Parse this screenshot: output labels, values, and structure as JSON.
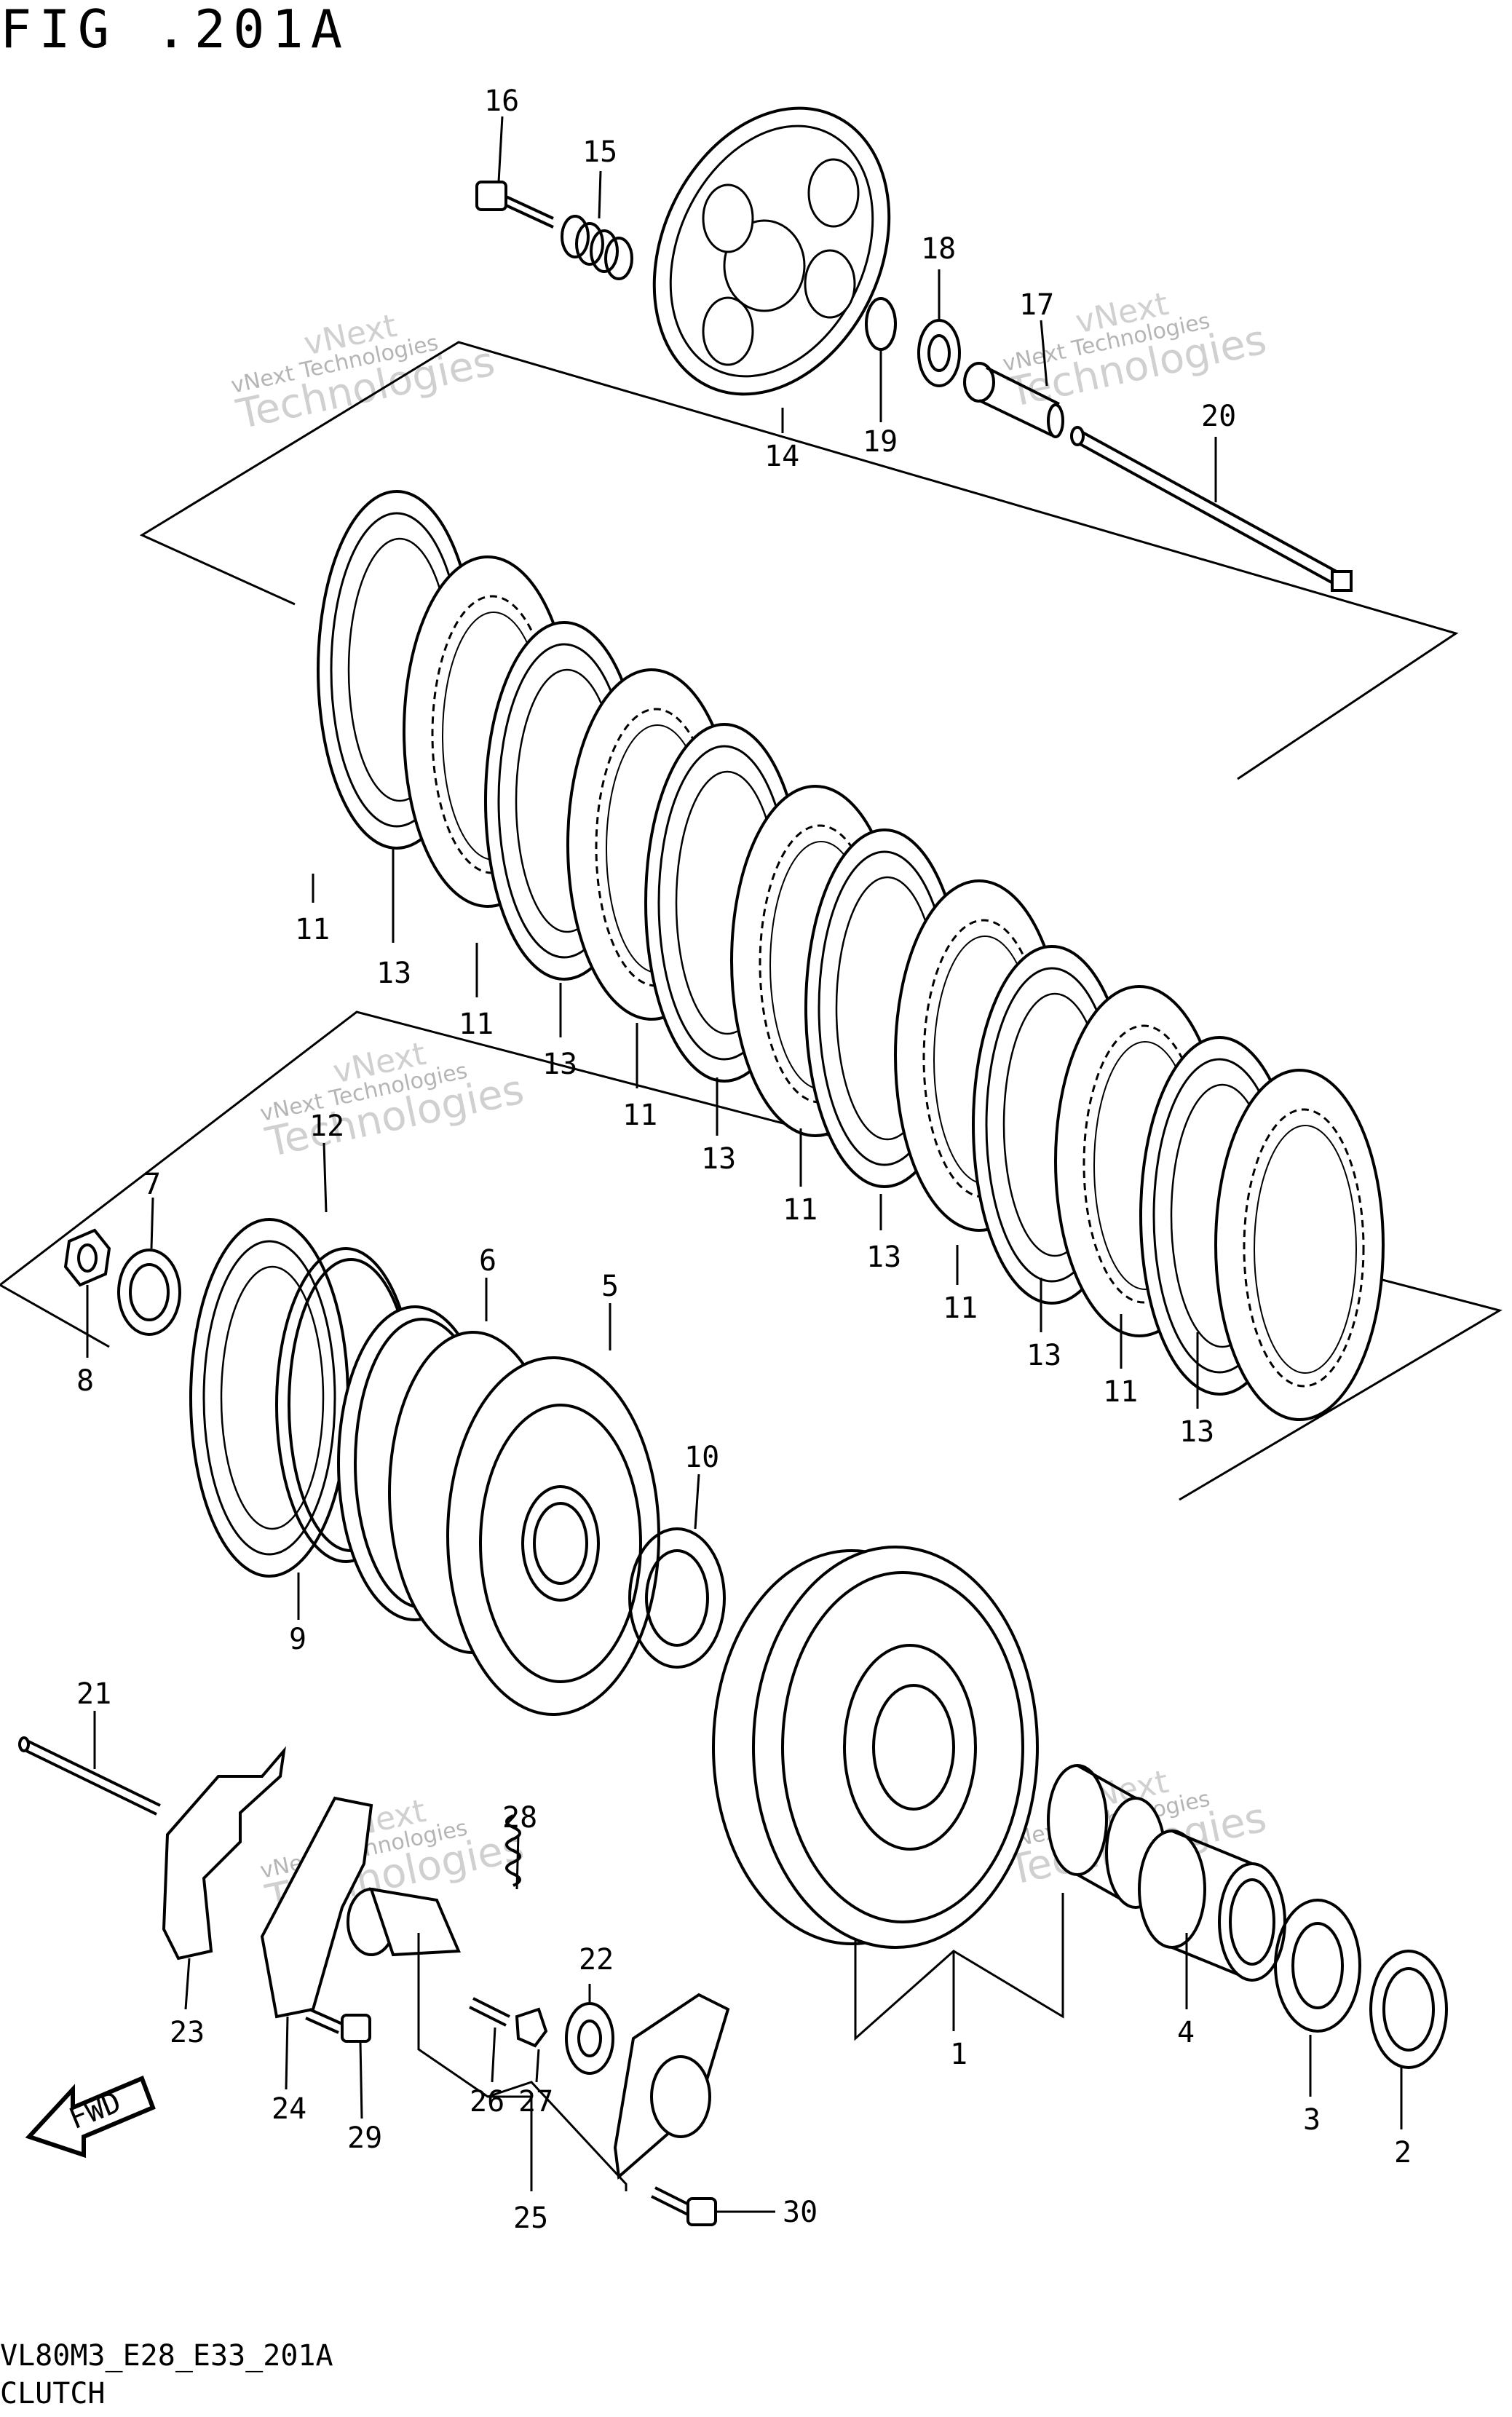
{
  "figure": {
    "title": "FIG .201A",
    "code": "VL80M3_E28_E33_201A",
    "caption": "CLUTCH"
  },
  "watermark": {
    "line1": "vNext",
    "line2": "vNext Technologies",
    "line3": "Technologies"
  },
  "fwd_label": "FWD",
  "callouts": {
    "c1": "1",
    "c2": "2",
    "c3": "3",
    "c4": "4",
    "c5": "5",
    "c6": "6",
    "c7": "7",
    "c8": "8",
    "c9": "9",
    "c10": "10",
    "c11a": "11",
    "c11b": "11",
    "c11c": "11",
    "c11d": "11",
    "c11e": "11",
    "c11f": "11",
    "c12": "12",
    "c13a": "13",
    "c13b": "13",
    "c13c": "13",
    "c13d": "13",
    "c13e": "13",
    "c13f": "13",
    "c14": "14",
    "c15": "15",
    "c16": "16",
    "c17": "17",
    "c18": "18",
    "c19": "19",
    "c20": "20",
    "c21": "21",
    "c22": "22",
    "c23": "23",
    "c24": "24",
    "c25": "25",
    "c26": "26",
    "c27": "27",
    "c28": "28",
    "c29": "29",
    "c30": "30"
  },
  "colors": {
    "ink": "#000000",
    "paper": "#ffffff",
    "watermark": "#c8c8c8"
  }
}
